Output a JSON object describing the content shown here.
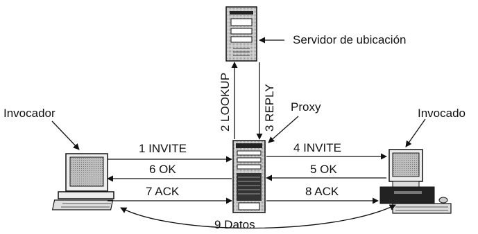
{
  "nodes": {
    "caller": "Invocador",
    "callee": "Invocado",
    "proxy": "Proxy",
    "location_server": "Servidor de ubicación"
  },
  "messages": {
    "m1": "1 INVITE",
    "m2": "2 LOOKUP",
    "m3": "3 REPLY",
    "m4": "4 INVITE",
    "m5": "5 OK",
    "m6": "6 OK",
    "m7": "7 ACK",
    "m8": "8 ACK",
    "m9": "9 Datos"
  }
}
